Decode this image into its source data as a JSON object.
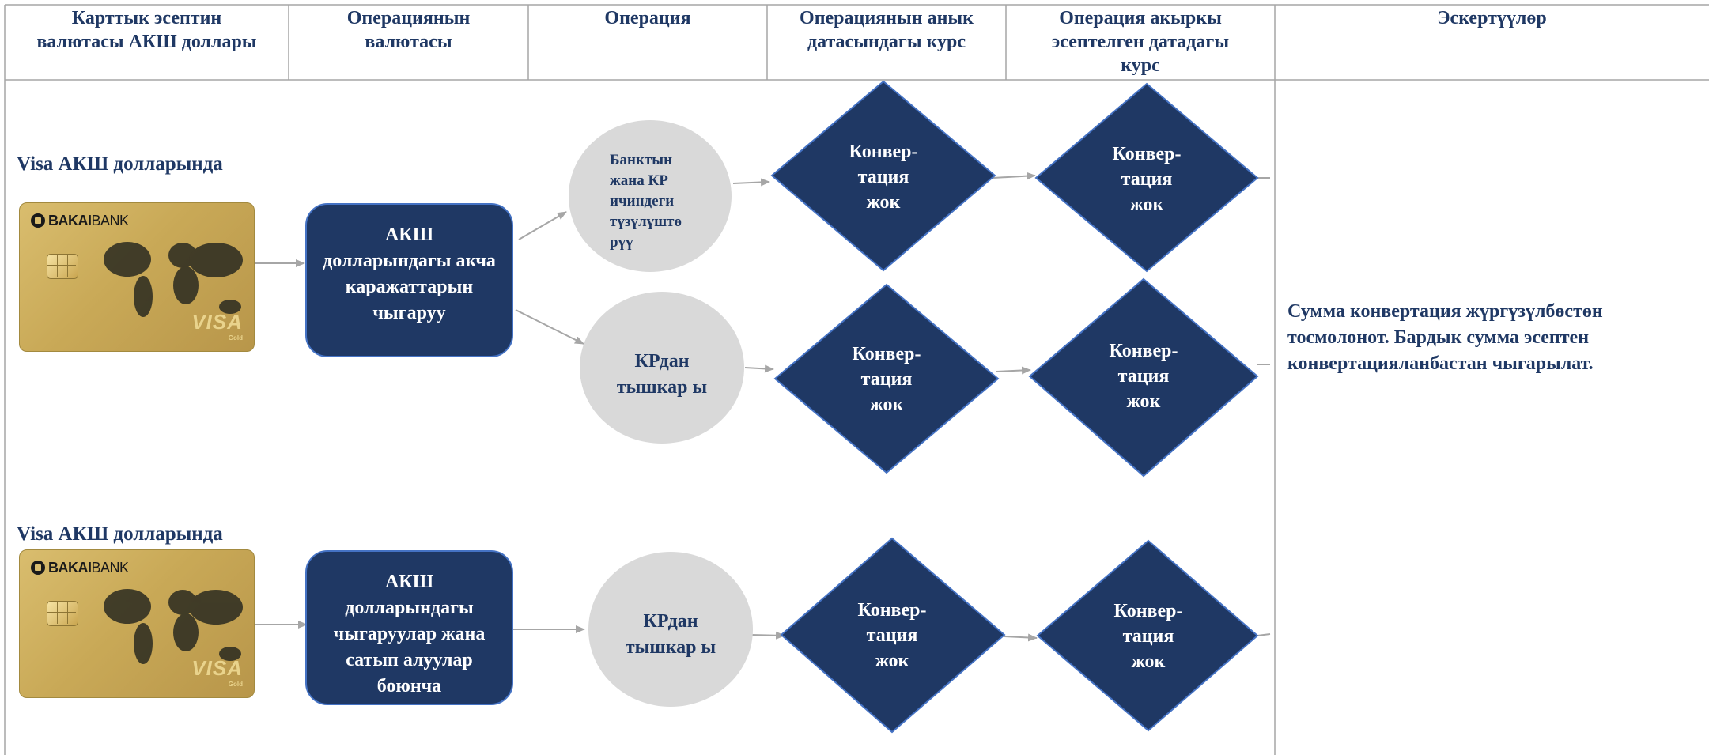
{
  "columns": [
    "Карттык эсептин\nвалютасы АКШ доллары",
    "Операциянын\nвалютасы",
    "Операция",
    "Операциянын анык\nдатасындагы курс",
    "Операция акыркы\nэсептелген датадагы\nкурс",
    "Эскертүүлөр"
  ],
  "rows": [
    {
      "label": "Visa АКШ долларында",
      "card": {
        "brand_bold": "BAKAI",
        "brand_light": "BANK",
        "network": "VISA",
        "tier": "Gold"
      },
      "currency_box": "АКШ долларындагы акча каражаттарын чыгаруу",
      "operations": [
        {
          "text": "Банктын жана КР ичиндеги түзүлүштө рүү",
          "diamond_actual": "Конвер-\nтация\nжок",
          "diamond_final": "Конвер-\nтация\nжок"
        },
        {
          "text": "КРдан тышкар ы",
          "diamond_actual": "Конвер-\nтация\nжок",
          "diamond_final": "Конвер-\nтация\nжок"
        }
      ]
    },
    {
      "label": "Visa АКШ долларында",
      "card": {
        "brand_bold": "BAKAI",
        "brand_light": "BANK",
        "network": "VISA",
        "tier": "Gold"
      },
      "currency_box": "АКШ долларындагы чыгаруулар жана сатып алуулар боюнча",
      "operations": [
        {
          "text": "КРдан тышкар ы",
          "diamond_actual": "Конвер-\nтация\nжок",
          "diamond_final": "Конвер-\nтация\nжок"
        }
      ]
    }
  ],
  "note": "Сумма конвертация жүргүзүлбөстөн тосмолонот. Бардык сумма эсептен конвертацияланбастан чыгарылат.",
  "colors": {
    "navy": "#1f3864",
    "box_border": "#4472c4",
    "oval": "#d9d9d9",
    "arrow": "#a6a6a6",
    "grid": "#a6a6a6",
    "card_gold": "#c9a957"
  }
}
